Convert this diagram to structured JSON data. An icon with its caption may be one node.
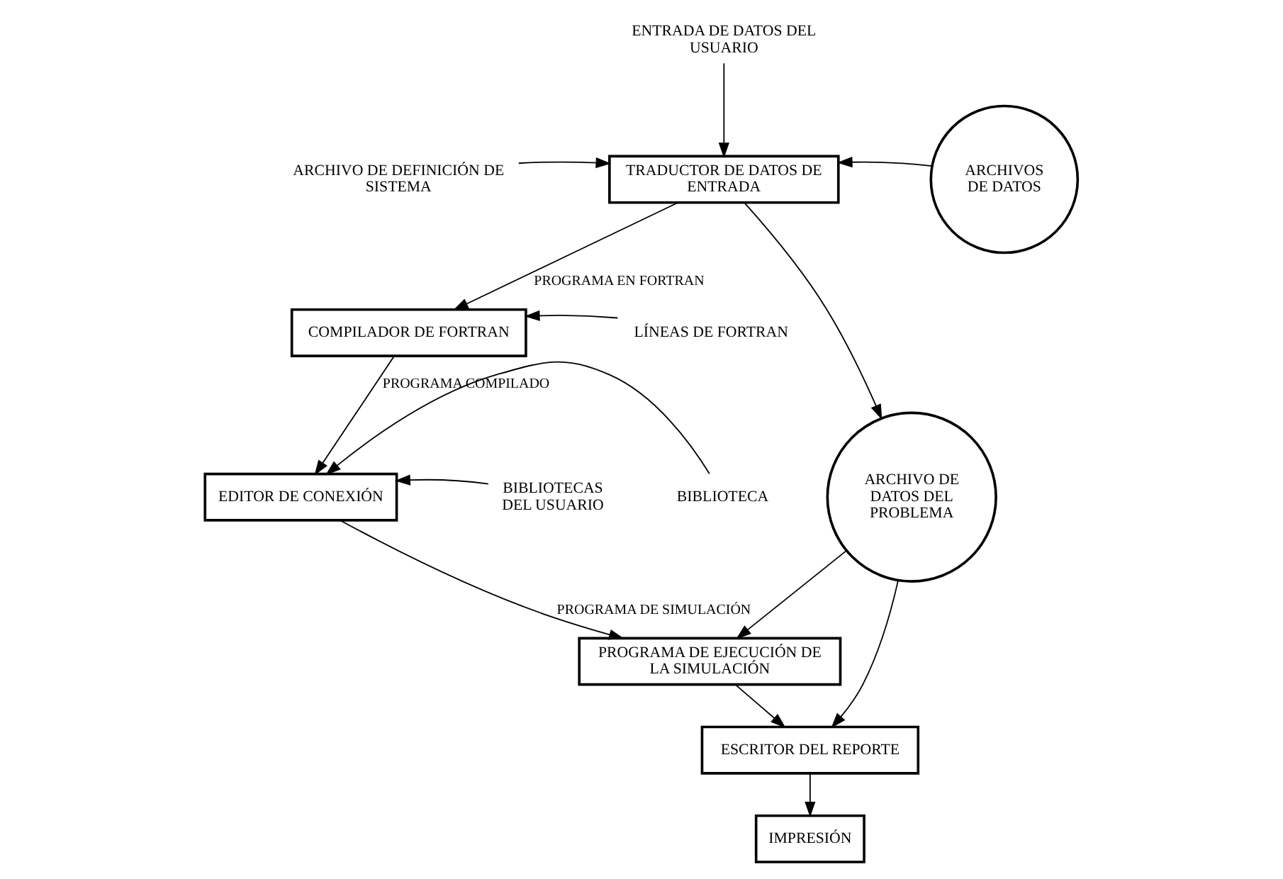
{
  "diagram": {
    "nodes": [
      {
        "text": [
          "ENTRADA DE DATOS DEL USUARIO"
        ]
      },
      {
        "text": [
          "TRADUCTOR DE DATOS DE ENTRADA"
        ]
      },
      {
        "text": [
          "ARCHIVO DE DEFINICIÓN DE SISTEMA"
        ]
      },
      {
        "text": [
          "ARCHIVOS DE DATOS"
        ]
      },
      {
        "text": [
          "COMPILADOR DE FORTRAN"
        ]
      },
      {
        "text": [
          "LÍNEAS DE FORTRAN"
        ]
      },
      {
        "text": [
          "EDITOR DE CONEXIÓN"
        ]
      },
      {
        "text": [
          "BIBLIOTECAS DEL USUARIO"
        ]
      },
      {
        "text": [
          "BIBLIOTECA"
        ]
      },
      {
        "text": [
          "ARCHIVO DE DATOS DEL PROBLEMA"
        ]
      },
      {
        "text": [
          "PROGRAMA DE EJECUCIÓN DE LA SIMULACIÓN"
        ]
      },
      {
        "text": [
          "ESCRITOR DEL REPORTE"
        ]
      },
      {
        "text": [
          "IMPRESIÓN"
        ]
      }
    ],
    "edges": [
      {
        "from": 0,
        "to": 1,
        "arrow": "to"
      },
      {
        "from": 2,
        "to": 1,
        "arrow": "to"
      },
      {
        "from": 3,
        "to": 1,
        "arrow": "to"
      },
      {
        "from": 1,
        "to": 4,
        "arrow": "to",
        "label": "PROGRAMA EN FORTRAN"
      },
      {
        "from": 1,
        "to": 9,
        "arrow": "to"
      },
      {
        "from": 5,
        "to": 4,
        "arrow": "to"
      },
      {
        "from": 4,
        "to": 6,
        "arrow": "to",
        "label": "PROGRAMA COMPILADO"
      },
      {
        "from": 7,
        "to": 6,
        "arrow": "to"
      },
      {
        "from": 8,
        "to": 6,
        "arrow": "to"
      },
      {
        "from": 6,
        "to": 10,
        "arrow": "to",
        "label": "PROGRAMA DE SIMULACIÓN"
      },
      {
        "from": 9,
        "to": 10,
        "arrow": "to"
      },
      {
        "from": 10,
        "to": 11,
        "arrow": "to"
      },
      {
        "from": 9,
        "to": 11,
        "arrow": "to"
      },
      {
        "from": 11,
        "to": 12,
        "arrow": "to"
      }
    ]
  }
}
